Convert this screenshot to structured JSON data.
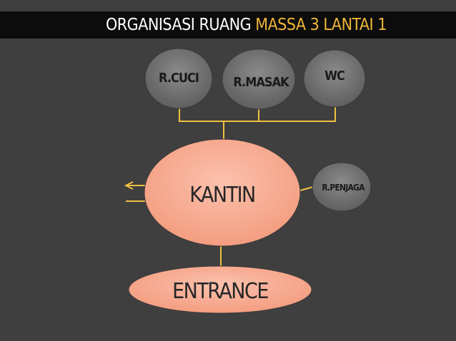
{
  "title": {
    "part1": "ORGANISASI RUANG",
    "part2": "MASSA 3 LANTAI 1"
  },
  "nodes": {
    "r_cuci": "R.CUCI",
    "r_masak": "R.MASAK",
    "wc": "WC",
    "kantin": "KANTIN",
    "r_penjaga": "R.PENJAGA",
    "entrance": "ENTRANCE"
  },
  "colors": {
    "background": "#3f3f3f",
    "title_bar": "#0c0c0c",
    "title_accent": "#f0b63a",
    "gray_node": "#6d6d6d",
    "salmon_node": "#f6a98e",
    "connector": "#f0c040"
  }
}
